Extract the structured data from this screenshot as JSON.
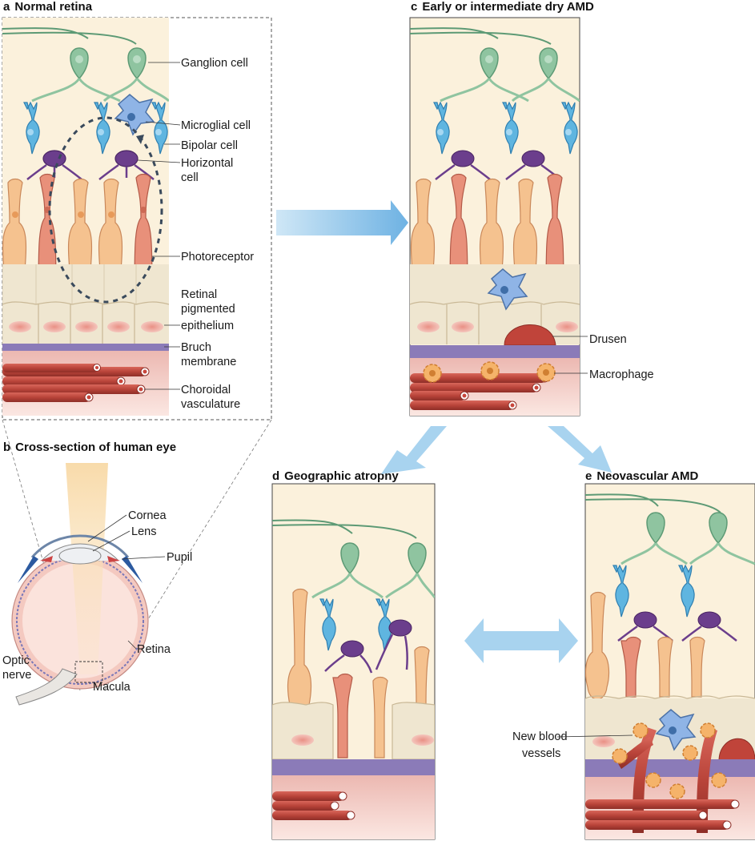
{
  "panels": {
    "a": {
      "letter": "a",
      "title": "Normal retina"
    },
    "b": {
      "letter": "b",
      "title": "Cross-section of human eye"
    },
    "c": {
      "letter": "c",
      "title": "Early or intermediate dry AMD"
    },
    "d": {
      "letter": "d",
      "title": "Geographic atrophy"
    },
    "e": {
      "letter": "e",
      "title": "Neovascular AMD"
    }
  },
  "labels_a": {
    "ganglion": "Ganglion cell",
    "microglial": "Microglial cell",
    "bipolar": "Bipolar cell",
    "horizontal_1": "Horizontal",
    "horizontal_2": "cell",
    "photoreceptor": "Photoreceptor",
    "rpe_1": "Retinal",
    "rpe_2": "pigmented",
    "rpe_3": "epithelium",
    "bruch_1": "Bruch",
    "bruch_2": "membrane",
    "choroid_1": "Choroidal",
    "choroid_2": "vasculature"
  },
  "labels_b": {
    "cornea": "Cornea",
    "lens": "Lens",
    "pupil": "Pupil",
    "retina": "Retina",
    "optic_1": "Optic",
    "optic_2": "nerve",
    "macula": "Macula"
  },
  "labels_c": {
    "drusen": "Drusen",
    "macrophage": "Macrophage"
  },
  "labels_e": {
    "vessels_1": "New blood",
    "vessels_2": "vessels"
  },
  "colors": {
    "background_tint": "#fbf1dc",
    "ganglion": "#8fc4a0",
    "bipolar": "#5fb5e0",
    "horizontal": "#6b3e8c",
    "photoreceptor_cone": "#f5c28f",
    "photoreceptor_rod": "#e8907a",
    "rpe": "#efe6d0",
    "bruch": "#8b7bb8",
    "choroid": "#f2c4bd",
    "vessel": "#b9443a",
    "drusen": "#c0443a",
    "macrophage": "#f5b36a",
    "microglia": "#8fb4e6",
    "arrow": "#9ccbea"
  }
}
